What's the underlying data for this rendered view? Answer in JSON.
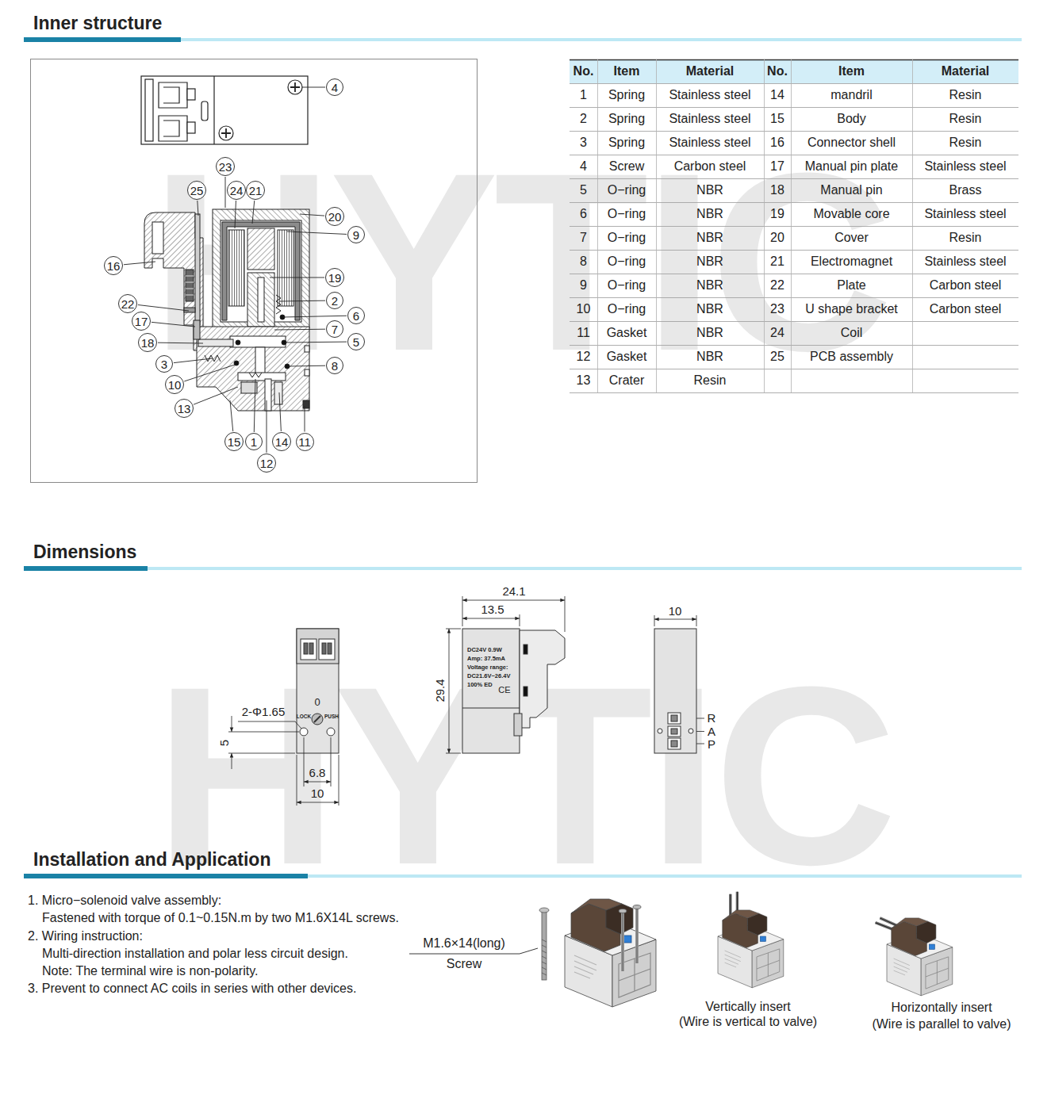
{
  "diagram": {
    "nodes": [
      {
        "text": [
          "4"
        ]
      },
      {
        "text": [
          "23"
        ]
      },
      {
        "text": [
          "25"
        ]
      },
      {
        "text": [
          "24"
        ]
      },
      {
        "text": [
          "21"
        ]
      },
      {
        "text": [
          "20"
        ]
      },
      {
        "text": [
          "9"
        ]
      },
      {
        "text": [
          "16"
        ]
      },
      {
        "text": [
          "19"
        ]
      },
      {
        "text": [
          "2"
        ]
      },
      {
        "text": [
          "22"
        ]
      },
      {
        "text": [
          "6"
        ]
      },
      {
        "text": [
          "17"
        ]
      },
      {
        "text": [
          "7"
        ]
      },
      {
        "text": [
          "18"
        ]
      },
      {
        "text": [
          "5"
        ]
      },
      {
        "text": [
          "3"
        ]
      },
      {
        "text": [
          "8"
        ]
      },
      {
        "text": [
          "10"
        ]
      },
      {
        "text": [
          "13"
        ]
      },
      {
        "text": [
          "15"
        ]
      },
      {
        "text": [
          "1"
        ]
      },
      {
        "text": [
          "14"
        ]
      },
      {
        "text": [
          "11"
        ]
      },
      {
        "text": [
          "12"
        ]
      }
    ],
    "labels": [
      "HYTIC",
      "HYTIC",
      "Inner structure",
      "Dimensions",
      "Installation and Application",
      "No.",
      "Item",
      "Material",
      "No.",
      "Item",
      "Material",
      "1",
      "Spring",
      "Stainless steel",
      "14",
      "mandril",
      "Resin",
      "2",
      "Spring",
      "Stainless steel",
      "15",
      "Body",
      "Resin",
      "3",
      "Spring",
      "Stainless steel",
      "16",
      "Connector shell",
      "Resin",
      "4",
      "Screw",
      "Carbon steel",
      "17",
      "Manual pin plate",
      "Stainless steel",
      "5",
      "O−ring",
      "NBR",
      "18",
      "Manual pin",
      "Brass",
      "6",
      "O−ring",
      "NBR",
      "19",
      "Movable core",
      "Stainless steel",
      "7",
      "O−ring",
      "NBR",
      "20",
      "Cover",
      "Resin",
      "8",
      "O−ring",
      "NBR",
      "21",
      "Electromagnet",
      "Stainless steel",
      "9",
      "O−ring",
      "NBR",
      "22",
      "Plate",
      "Carbon steel",
      "10",
      "O−ring",
      "NBR",
      "23",
      "U shape bracket",
      "Carbon steel",
      "11",
      "Gasket",
      "NBR",
      "24",
      "Coil",
      "12",
      "Gasket",
      "NBR",
      "25",
      "PCB assembly",
      "13",
      "Crater",
      "Resin",
      "0",
      "LOCK",
      "PUSH",
      "2-Φ1.65",
      "5",
      "6.8",
      "10",
      "24.1",
      "13.5",
      "29.4",
      "DC24V 0.9W",
      "Amp: 37.5mA",
      "Voltage range:",
      "DC21.6V~26.4V",
      "100% ED",
      "CE",
      "10",
      "R",
      "A",
      "P",
      "1. Micro−solenoid valve assembly:",
      "Fastened with torque of 0.1~0.15N.m by two M1.6X14L screws.",
      "2. Wiring instruction:",
      "Multi-direction installation and polar less circuit design.",
      "Note: The terminal wire is non-polarity.",
      "3. Prevent to connect AC coils in series with other devices.",
      "M1.6×14(long)",
      "Screw",
      "Vertically insert",
      "(Wire is vertical to valve)",
      "Horizontally insert",
      "(Wire is parallel to valve)"
    ]
  }
}
